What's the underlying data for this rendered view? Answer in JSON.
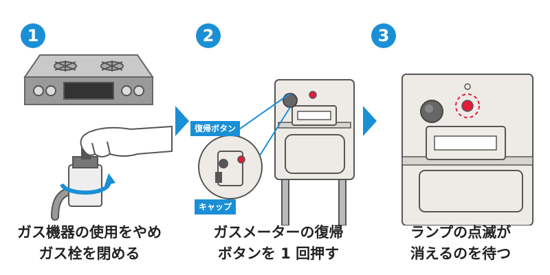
{
  "steps": [
    {
      "number": "1",
      "caption_line1": "ガス機器の使用をやめ",
      "caption_line2": "ガス栓を閉める"
    },
    {
      "number": "2",
      "caption_line1": "ガスメーターの復帰",
      "caption_line2": "ボタンを 1 回押す",
      "label_button": "復帰ボタン",
      "label_cap": "キャップ"
    },
    {
      "number": "3",
      "caption_line1": "ランプの点滅が",
      "caption_line2": "消えるのを待つ"
    }
  ],
  "colors": {
    "accent": "#1a8fd6",
    "lamp": "#e21c3a",
    "meter_fill": "#eeebe6",
    "meter_stroke": "#555555"
  }
}
